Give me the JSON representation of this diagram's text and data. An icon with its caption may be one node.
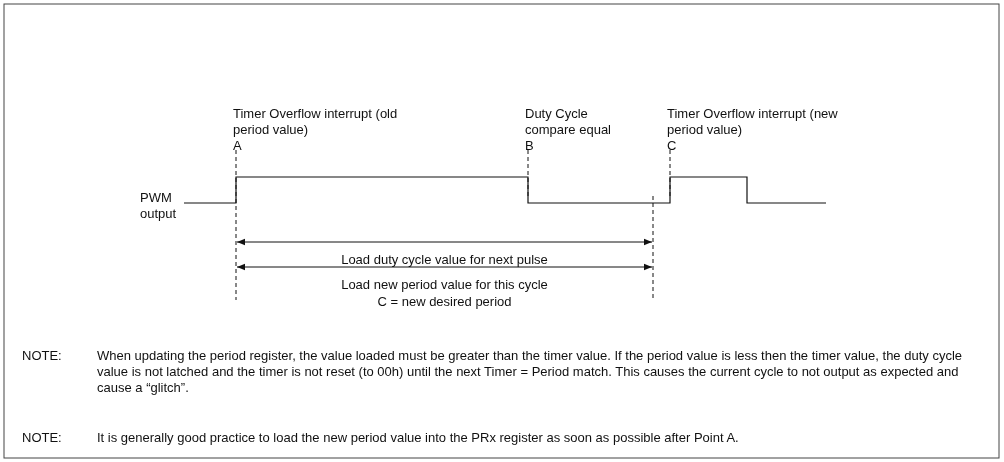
{
  "diagram": {
    "labels": [
      "Timer Overflow interrupt (old period value)",
      "Duty Cycle compare equal",
      "Timer Overflow interrupt (new period value)",
      "A",
      "B",
      "C",
      "PWM output",
      "Load duty cycle value for next pulse",
      "Load new period value for this cycle",
      "C = new desired period",
      "NOTE:",
      "When updating the period register, the value loaded must be greater than the timer value. If the period value is less then the timer value, the duty cycle value is not latched and the timer is not reset (to 00h) until the next Timer = Period match. This causes the current cycle to not output as expected and cause a “glitch”.",
      "NOTE:",
      "It is generally good practice to load the new period value into the PRx register as soon as possible after Point A."
    ]
  }
}
